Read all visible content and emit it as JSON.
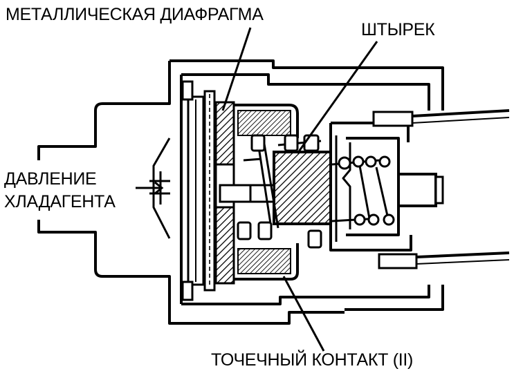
{
  "labels": {
    "diaphragm": "МЕТАЛЛИЧЕСКАЯ ДИАФРАГМА",
    "pin": "ШТЫРЕК",
    "pressure_line1": "ДАВЛЕНИЕ",
    "pressure_line2": "ХЛАДАГЕНТА",
    "contact": "ТОЧЕЧНЫЙ КОНТАКТ (II)"
  },
  "colors": {
    "ink": "#000000",
    "paper": "#ffffff"
  }
}
